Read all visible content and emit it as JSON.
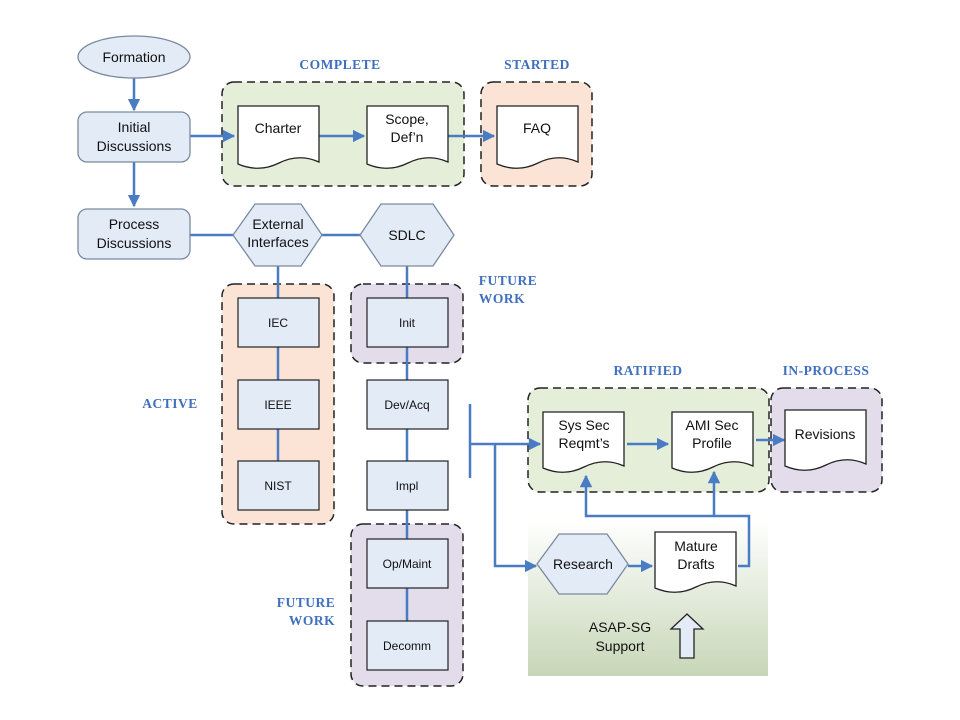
{
  "colors": {
    "process_fill": "#e3ebf7",
    "process_stroke": "#7a8aa0",
    "complete_fill": "#e4eed9",
    "started_fill": "#fbe4d5",
    "future_fill": "#e3dceb",
    "active_fill": "#fbe4d5",
    "ratified_fill": "#e4eed9",
    "inprocess_fill": "#e3dceb",
    "connector": "#4a7cc4",
    "status_label": "#3f6fbf",
    "support_gradient_top": "#ffffff",
    "support_gradient_bottom": "#c7d6b7"
  },
  "nodes": {
    "formation": "Formation",
    "initial_discussions": [
      "Initial",
      "Discussions"
    ],
    "process_discussions": [
      "Process",
      "Discussions"
    ],
    "charter": "Charter",
    "scope_defn": [
      "Scope,",
      "Def’n"
    ],
    "faq": "FAQ",
    "external_interfaces": [
      "External",
      "Interfaces"
    ],
    "sdlc": "SDLC",
    "iec": "IEC",
    "ieee": "IEEE",
    "nist": "NIST",
    "init": "Init",
    "dev_acq": "Dev/Acq",
    "impl": "Impl",
    "op_maint": "Op/Maint",
    "decomm": "Decomm",
    "sys_sec_reqmts": [
      "Sys Sec",
      "Reqmt’s"
    ],
    "ami_sec_profile": [
      "AMI Sec",
      "Profile"
    ],
    "revisions": "Revisions",
    "research": "Research",
    "mature_drafts": [
      "Mature",
      "Drafts"
    ],
    "asap_sg_support": [
      "ASAP-SG",
      "Support"
    ]
  },
  "status_labels": {
    "complete": "COMPLETE",
    "started": "STARTED",
    "active": "ACTIVE",
    "future_work_top": [
      "FUTURE",
      "WORK"
    ],
    "future_work_bottom": [
      "FUTURE",
      "WORK"
    ],
    "ratified": "RATIFIED",
    "in_process": "IN-PROCESS"
  }
}
